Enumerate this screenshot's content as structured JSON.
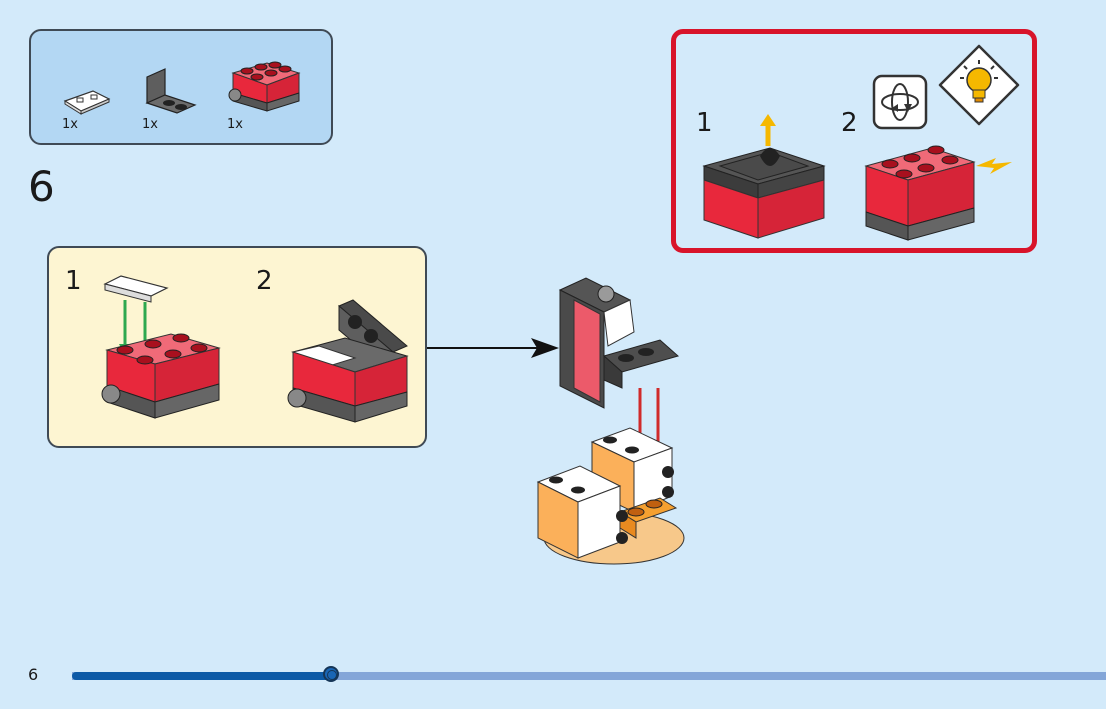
{
  "page": {
    "number": "6",
    "progress_percent": 25
  },
  "step": {
    "number": "6"
  },
  "parts_list": {
    "items": [
      {
        "name": "white-tile-1x2-grille",
        "quantity": "1x"
      },
      {
        "name": "dark-gray-bracket-1x2",
        "quantity": "1x"
      },
      {
        "name": "red-trans-light-brick",
        "quantity": "1x"
      }
    ]
  },
  "sub_assembly": {
    "steps": [
      {
        "label": "1"
      },
      {
        "label": "2"
      }
    ]
  },
  "tip_panel": {
    "steps": [
      {
        "label": "1"
      },
      {
        "label": "2"
      }
    ],
    "icons": [
      "rotate-icon",
      "lightbulb-icon"
    ]
  },
  "colors": {
    "background": "#d3eafa",
    "parts_box": "#b3d7f3",
    "sub_box": "#fdf5d2",
    "tip_border": "#d8142a",
    "progress_fill": "#0d5aa6",
    "progress_track": "#84a6d8",
    "brick_red": "#e8283c",
    "brick_gray": "#5a5a5a",
    "arrow_green": "#2ea84f",
    "arrow_red": "#d02a2a",
    "arrow_yellow": "#f5b800"
  }
}
